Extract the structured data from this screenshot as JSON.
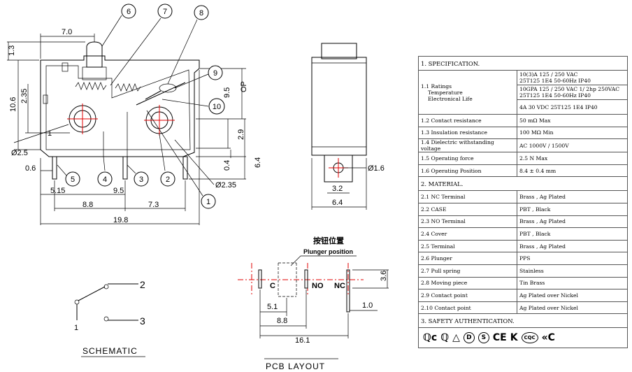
{
  "front_view": {
    "dims": {
      "top_7_0": "7.0",
      "left_1_3": "1.3",
      "left_10_6": "10.6",
      "left_2_35": "2.35",
      "right_9_5": "9.5",
      "right_op": "OP",
      "right_2_9": "2.9",
      "right_6_4": "6.4",
      "right_0_4": "0.4",
      "hole_2_5": "Ø2.5",
      "hole_2_35": "Ø2.35",
      "term_0_6": "0.6",
      "bot_5_15": "5.15",
      "bot_9_5": "9.5",
      "bot_8_8": "8.8",
      "bot_7_3": "7.3",
      "bot_19_8": "19.8",
      "terminal_label": "1"
    },
    "callouts": [
      "1",
      "2",
      "3",
      "4",
      "5",
      "6",
      "7",
      "8",
      "9",
      "10"
    ]
  },
  "side_view": {
    "dims": {
      "hole": "Ø1.6",
      "w_3_2": "3.2",
      "w_6_4": "6.4"
    }
  },
  "schematic": {
    "title": "SCHEMATIC",
    "pins": {
      "p1": "1",
      "p2": "2",
      "p3": "3"
    }
  },
  "pcb": {
    "title": "PCB LAYOUT",
    "plunger_cn": "按钮位置",
    "plunger_en": "Plunger position",
    "labels": {
      "c": "C",
      "no": "NO",
      "nc": "NC"
    },
    "dims": {
      "d_3_6": "3.6",
      "d_5_1": "5.1",
      "d_8_8": "8.8",
      "d_16_1": "16.1",
      "d_1_0": "1.0"
    }
  },
  "spec": {
    "sec1": "1. SPECIFICATION.",
    "ratings_label_1": "1.1 Ratings",
    "ratings_label_2": "Temperature",
    "ratings_label_3": "Electronical Life",
    "ratings_1a": "10(3)A 125 / 250 VAC",
    "ratings_1b": "25T125 1E4 50-60Hz IP40",
    "ratings_2a": "10GPA 125 / 250 VAC 1/ 2hp 250VAC",
    "ratings_2b": "25T125 1E4 50-60Hz IP40",
    "ratings_3a": "4A 30 VDC 25T125 1E4 IP40",
    "rows1": [
      {
        "k": "1.2 Contact resistance",
        "v": "50 mΩ Max"
      },
      {
        "k": "1.3 Insulation resistance",
        "v": "100 MΩ Min"
      },
      {
        "k": "1.4 Dielectric withstanding voltage",
        "v": "AC 1000V / 1500V"
      },
      {
        "k": "1.5 Operating force",
        "v": "2.5 N Max"
      },
      {
        "k": "1.6 Operating Position",
        "v": "8.4 ± 0.4 mm"
      }
    ],
    "sec2": "2. MATERIAL.",
    "rows2": [
      {
        "k": "2.1  NC Terminal",
        "v": "Brass , Ag Plated"
      },
      {
        "k": "2.2 CASE",
        "v": "PBT , Black"
      },
      {
        "k": "2.3 NO Terminal",
        "v": "Brass , Ag Plated"
      },
      {
        "k": "2.4 Cover",
        "v": "PBT , Black"
      },
      {
        "k": "2.5 Terminal",
        "v": "Brass , Ag Plated"
      },
      {
        "k": "2.6 Plunger",
        "v": "PPS"
      },
      {
        "k": "2.7 Pull spring",
        "v": "Stainless"
      },
      {
        "k": "2.8 Moving piece",
        "v": "Tin Brass"
      },
      {
        "k": "2.9 Contact point",
        "v": "Ag Plated over Nickel"
      },
      {
        "k": "2.10 Contact point",
        "v": "Ag Plated over Nickel"
      }
    ],
    "sec3": "3. SAFETY AUTHENTICATION.",
    "certs": [
      "ℚc",
      "ℚ",
      "△",
      "D",
      "S",
      "CE",
      "K",
      "CQC",
      "«C"
    ]
  },
  "colors": {
    "centerline": "#e00000",
    "ink": "#000000"
  }
}
